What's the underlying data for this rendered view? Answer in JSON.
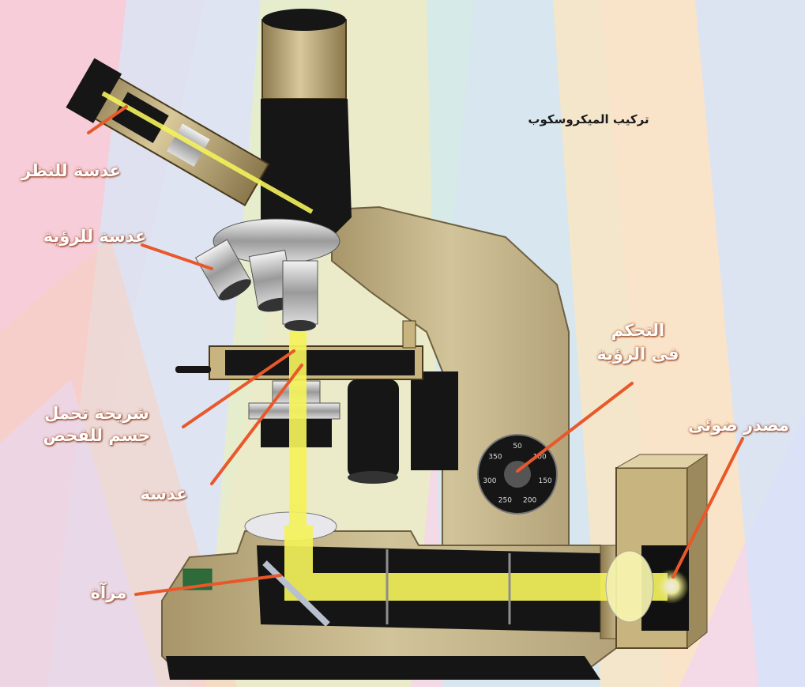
{
  "title": "تركيب الميكروسكوب",
  "labels": {
    "eyepiece": "عدسة للنظر",
    "objective": "عدسة للرؤية",
    "slide_line1": "شريحة تحمل",
    "slide_line2": "جسم للفحص",
    "condenser": "عدسة",
    "mirror": "مرآة",
    "focus_line1": "التحكم",
    "focus_line2": "فى الرؤية",
    "light_source": "مصدر ضوئى"
  },
  "focus_dial_numbers": [
    "50",
    "100",
    "150",
    "200",
    "250",
    "300",
    "350"
  ],
  "colors": {
    "leader_line": "#e8582a",
    "light_beam": "#f4f25a",
    "body_beige": "#c8b98d",
    "body_dark": "#151515"
  }
}
